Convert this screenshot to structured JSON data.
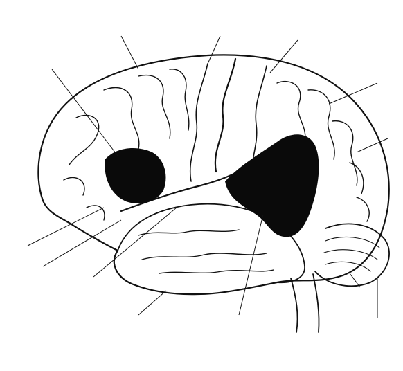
{
  "colors": {
    "ink": "#111111",
    "paper": "#ffffff",
    "region_fill": "#0a0a0a"
  },
  "labels": [
    {
      "id": "frontal-lobe",
      "text": ""
    },
    {
      "id": "motor-cortex",
      "text": ""
    },
    {
      "id": "somatic-sensory-cortex",
      "text": ""
    },
    {
      "id": "parietal-lobe",
      "text": ""
    },
    {
      "id": "brocas-area",
      "text": ""
    },
    {
      "id": "angular-gyrus",
      "text": ""
    },
    {
      "id": "olfactory-bulb",
      "text": ""
    },
    {
      "id": "primary-auditory-area",
      "text": ""
    },
    {
      "id": "wernickes-area",
      "text": ""
    },
    {
      "id": "temporal-lobe",
      "text": ""
    },
    {
      "id": "occipital-lobe",
      "text": ""
    },
    {
      "id": "primary-visual-area",
      "text": ""
    },
    {
      "id": "insula",
      "text": ""
    }
  ],
  "caption": ""
}
